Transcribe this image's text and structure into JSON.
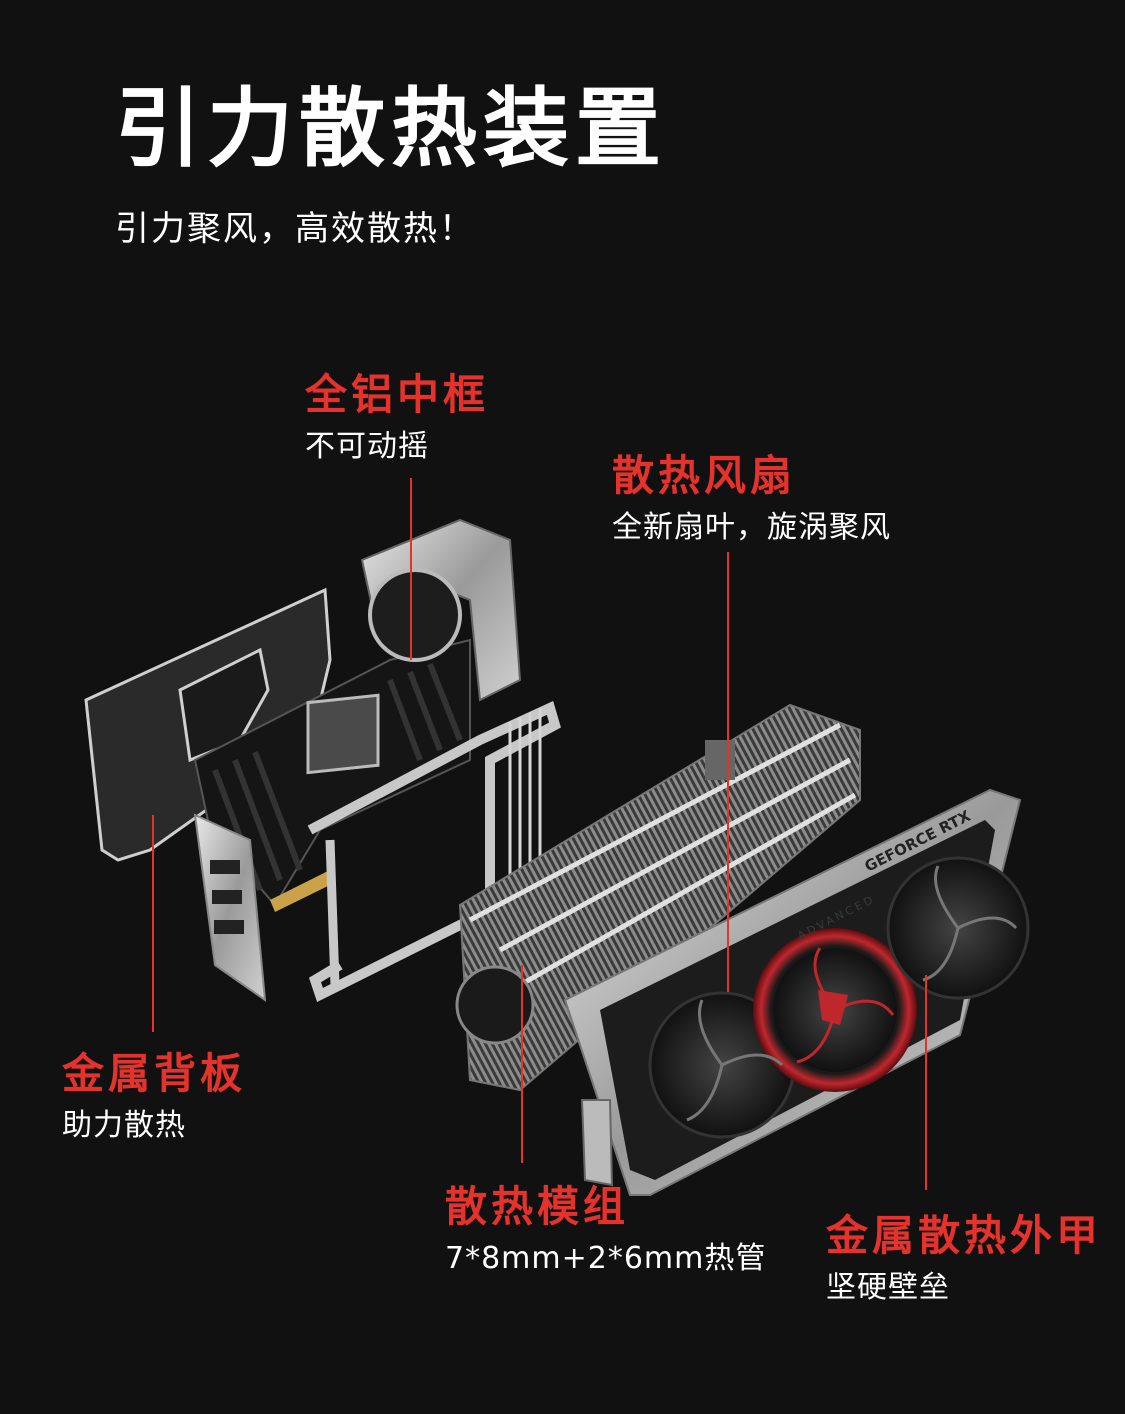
{
  "title": "引力散热装置",
  "subtitle": "引力聚风，高效散热！",
  "callouts": {
    "frame": {
      "head": "全铝中框",
      "desc": "不可动摇"
    },
    "fan": {
      "head": "散热风扇",
      "desc": "全新扇叶，旋涡聚风"
    },
    "backplate": {
      "head": "金属背板",
      "desc": "助力散热"
    },
    "module": {
      "head": "散热模组",
      "desc": "7*8mm+2*6mm热管"
    },
    "shroud": {
      "head": "金属散热外甲",
      "desc": "坚硬壁垒"
    }
  },
  "product": {
    "shroud_text": "GEFORCE RTX",
    "shroud_subtext": "ADVANCED"
  },
  "colors": {
    "accent": "#e5322d",
    "background": "#111111",
    "text": "#ffffff"
  }
}
